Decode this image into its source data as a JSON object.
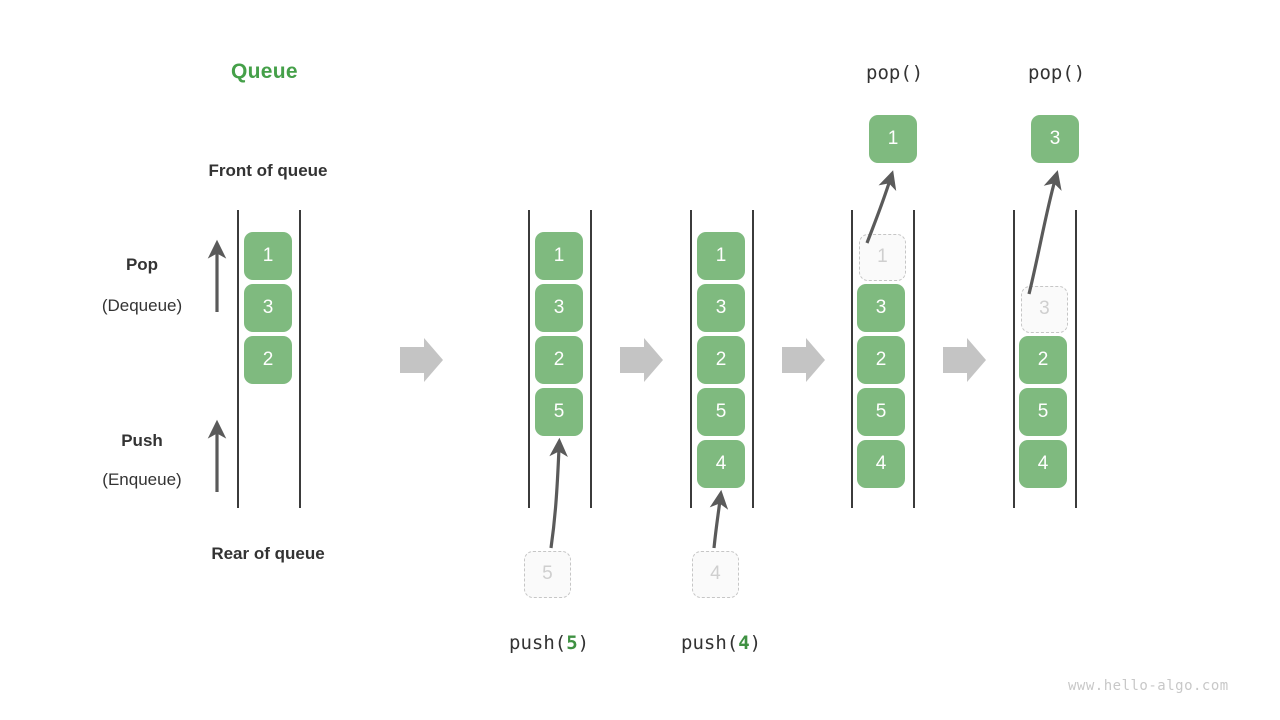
{
  "diagram": {
    "title": "Queue",
    "watermark": "www.hello-algo.com",
    "labels": {
      "front": "Front of queue",
      "rear": "Rear of queue",
      "pop_bold": "Pop",
      "pop_paren": "(Dequeue)",
      "push_bold": "Push",
      "push_paren": "(Enqueue)"
    },
    "colors": {
      "cell_fill": "#7fba7f",
      "cell_text": "#ffffff",
      "title_green": "#45a049",
      "ghost_fill": "#fafafa",
      "ghost_border": "#c6c6c6",
      "ghost_text": "#cfcfcf",
      "rail": "#3b3b3b",
      "big_arrow": "#c4c4c4",
      "thin_arrow": "#5a5a5a",
      "text": "#333333",
      "watermark": "#c8c8c8"
    },
    "captions": {
      "push5_pre": "push(",
      "push5_num": "5",
      "push5_post": ")",
      "push4_pre": "push(",
      "push4_num": "4",
      "push4_post": ")",
      "pop1": "pop()",
      "pop2": "pop()"
    },
    "stages": [
      {
        "name": "initial",
        "cells": [
          "1",
          "3",
          "2"
        ],
        "ghost_in_queue": null,
        "pending_cell": null,
        "popped_cell": null,
        "caption": ""
      },
      {
        "name": "push-5",
        "cells": [
          "1",
          "3",
          "2",
          "5"
        ],
        "ghost_in_queue": null,
        "pending_cell": "5",
        "popped_cell": null,
        "caption": "push(5)"
      },
      {
        "name": "push-4",
        "cells": [
          "1",
          "3",
          "2",
          "5",
          "4"
        ],
        "ghost_in_queue": null,
        "pending_cell": "4",
        "popped_cell": null,
        "caption": "push(4)"
      },
      {
        "name": "pop-1",
        "cells": [
          "3",
          "2",
          "5",
          "4"
        ],
        "ghost_in_queue": "1",
        "pending_cell": null,
        "popped_cell": "1",
        "caption": "pop()"
      },
      {
        "name": "pop-3",
        "cells": [
          "2",
          "5",
          "4"
        ],
        "ghost_in_queue": "3",
        "pending_cell": null,
        "popped_cell": "3",
        "caption": "pop()"
      }
    ]
  }
}
